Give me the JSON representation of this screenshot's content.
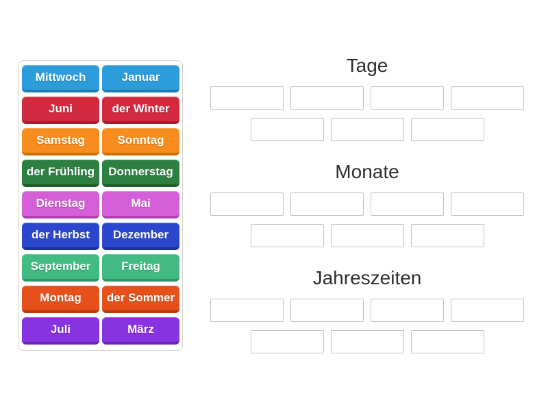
{
  "word_bank": {
    "tiles": [
      {
        "label": "Mittwoch",
        "color": "#2D9CDB",
        "edge": "#1E7EB8"
      },
      {
        "label": "Januar",
        "color": "#2D9CDB",
        "edge": "#1E7EB8"
      },
      {
        "label": "Juni",
        "color": "#D22B40",
        "edge": "#A81C2E"
      },
      {
        "label": "der Winter",
        "color": "#D22B40",
        "edge": "#A81C2E"
      },
      {
        "label": "Samstag",
        "color": "#F68D1E",
        "edge": "#CD6F07"
      },
      {
        "label": "Sonntag",
        "color": "#F68D1E",
        "edge": "#CD6F07"
      },
      {
        "label": "der Frühling",
        "color": "#2C8040",
        "edge": "#1D5E2E"
      },
      {
        "label": "Donnerstag",
        "color": "#2C8040",
        "edge": "#1D5E2E"
      },
      {
        "label": "Dienstag",
        "color": "#D55FD8",
        "edge": "#AD41B0"
      },
      {
        "label": "Mai",
        "color": "#D55FD8",
        "edge": "#AD41B0"
      },
      {
        "label": "der Herbst",
        "color": "#2A47CE",
        "edge": "#1B31A0"
      },
      {
        "label": "Dezember",
        "color": "#2A47CE",
        "edge": "#1B31A0"
      },
      {
        "label": "September",
        "color": "#41BB82",
        "edge": "#2D9865"
      },
      {
        "label": "Freitag",
        "color": "#41BB82",
        "edge": "#2D9865"
      },
      {
        "label": "Montag",
        "color": "#E5501B",
        "edge": "#BA3C0C"
      },
      {
        "label": "der Sommer",
        "color": "#E5501B",
        "edge": "#BA3C0C"
      },
      {
        "label": "Juli",
        "color": "#8733E1",
        "edge": "#6722B6"
      },
      {
        "label": "März",
        "color": "#8733E1",
        "edge": "#6722B6"
      }
    ]
  },
  "groups": [
    {
      "title": "Tage",
      "slot_rows": [
        4,
        3
      ]
    },
    {
      "title": "Monate",
      "slot_rows": [
        4,
        3
      ]
    },
    {
      "title": "Jahreszeiten",
      "slot_rows": [
        4,
        3
      ]
    }
  ],
  "styles": {
    "header_text_color": "#2e2e2e",
    "tile_text_color": "#ffffff",
    "slot_border_color": "#c2c2c2",
    "panel_border_color": "#d6d0c8"
  }
}
